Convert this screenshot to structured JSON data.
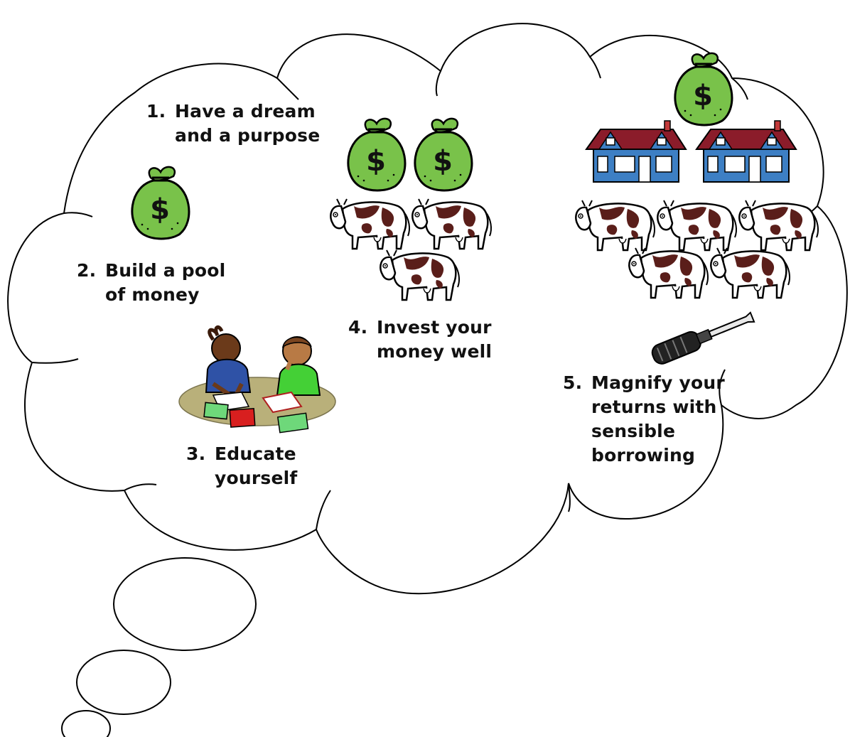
{
  "steps": [
    {
      "num": "1.",
      "lines": [
        "Have a dream",
        "and a purpose"
      ]
    },
    {
      "num": "2.",
      "lines": [
        "Build a pool",
        "of money"
      ]
    },
    {
      "num": "3.",
      "lines": [
        "Educate",
        "yourself"
      ]
    },
    {
      "num": "4.",
      "lines": [
        "Invest your",
        "money well"
      ]
    },
    {
      "num": "5.",
      "lines": [
        "Magnify your",
        "returns with",
        "sensible",
        "borrowing"
      ]
    }
  ],
  "icons": {
    "money_bag": "money-bag-icon",
    "cow": "cow-icon",
    "house": "house-icon",
    "students": "students-studying-icon",
    "tool": "screwdriver-icon"
  },
  "colors": {
    "bag_green": "#79c24a",
    "house_blue": "#3d7fc4",
    "roof_red": "#8b1c2a",
    "cow_spot": "#5a1e1a",
    "outline": "#000000"
  }
}
